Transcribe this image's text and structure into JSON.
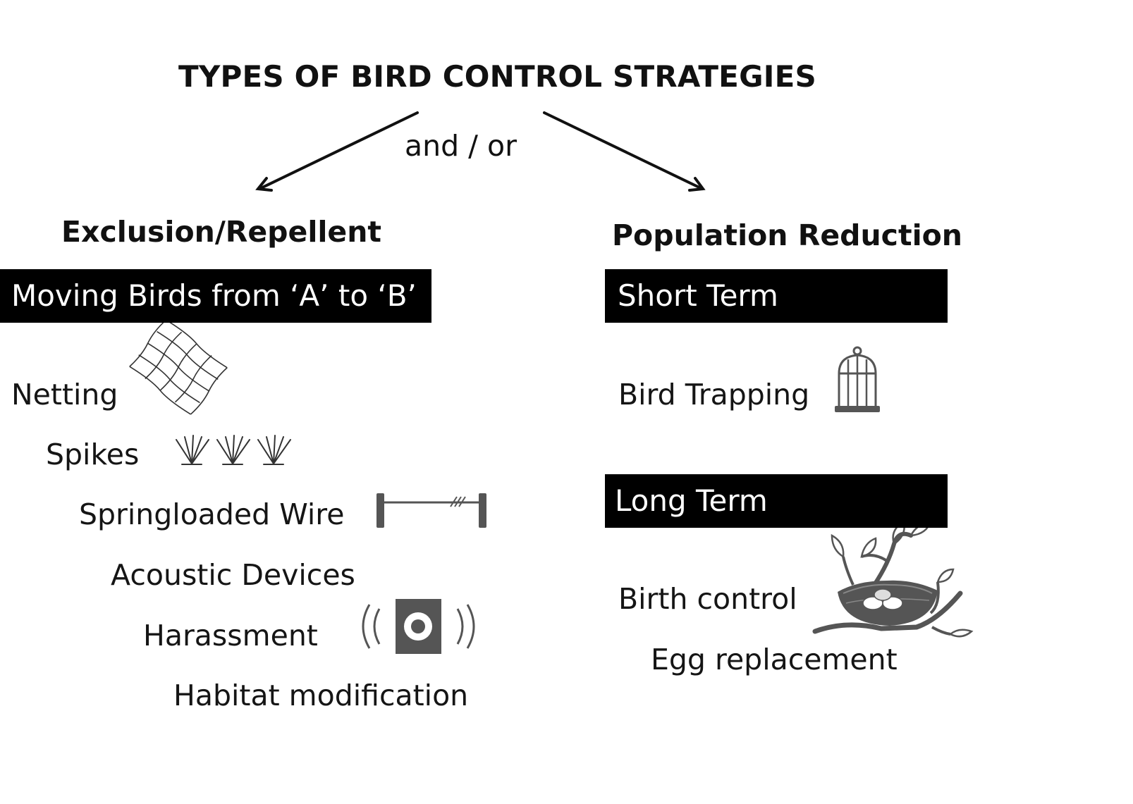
{
  "title": "TYPES OF BIRD CONTROL STRATEGIES",
  "connector": "and / or",
  "left": {
    "heading": "Exclusion/Repellent",
    "banner": "Moving Birds from ‘A’ to ‘B’",
    "items": [
      "Netting",
      "Spikes",
      "Springloaded Wire",
      "Acoustic Devices",
      "Harassment",
      "Habitat modification"
    ]
  },
  "right": {
    "heading": "Population Reduction",
    "short_banner": "Short Term",
    "short_items": [
      "Bird Trapping"
    ],
    "long_banner": "Long Term",
    "long_items": [
      "Birth control",
      "Egg replacement"
    ]
  },
  "icons": [
    "netting-icon",
    "spikes-icon",
    "springloaded-wire-icon",
    "speaker-icon",
    "birdcage-icon",
    "nest-icon"
  ],
  "colors": {
    "banner_bg": "#000000",
    "banner_text": "#ffffff",
    "icon_gray": "#555555"
  }
}
